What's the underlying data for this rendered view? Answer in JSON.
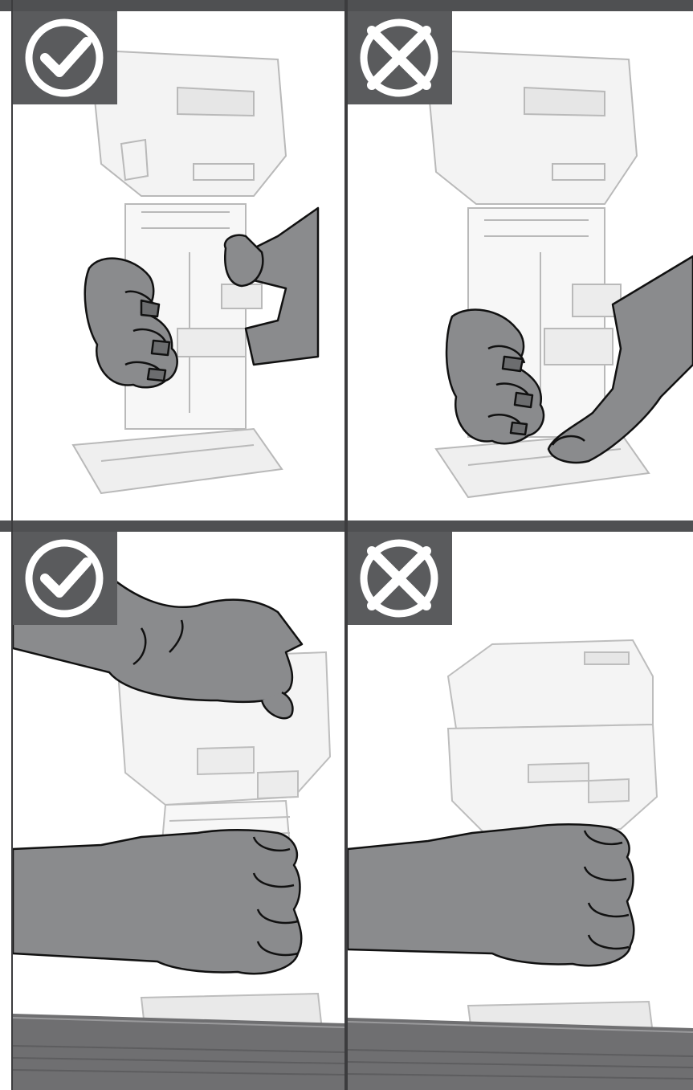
{
  "panels": [
    {
      "id": "p1",
      "verdict": "correct",
      "icon": "check-circle-icon"
    },
    {
      "id": "p2",
      "verdict": "incorrect",
      "icon": "x-circle-icon"
    },
    {
      "id": "p3",
      "verdict": "correct",
      "icon": "check-circle-icon"
    },
    {
      "id": "p4",
      "verdict": "incorrect",
      "icon": "x-circle-icon"
    }
  ],
  "colors": {
    "badge": "#5a5b5d",
    "frame": "#4f5052",
    "hand": "#8a8b8d",
    "tool_line": "#b8b8b8",
    "work_surface": "#6f6f71"
  }
}
